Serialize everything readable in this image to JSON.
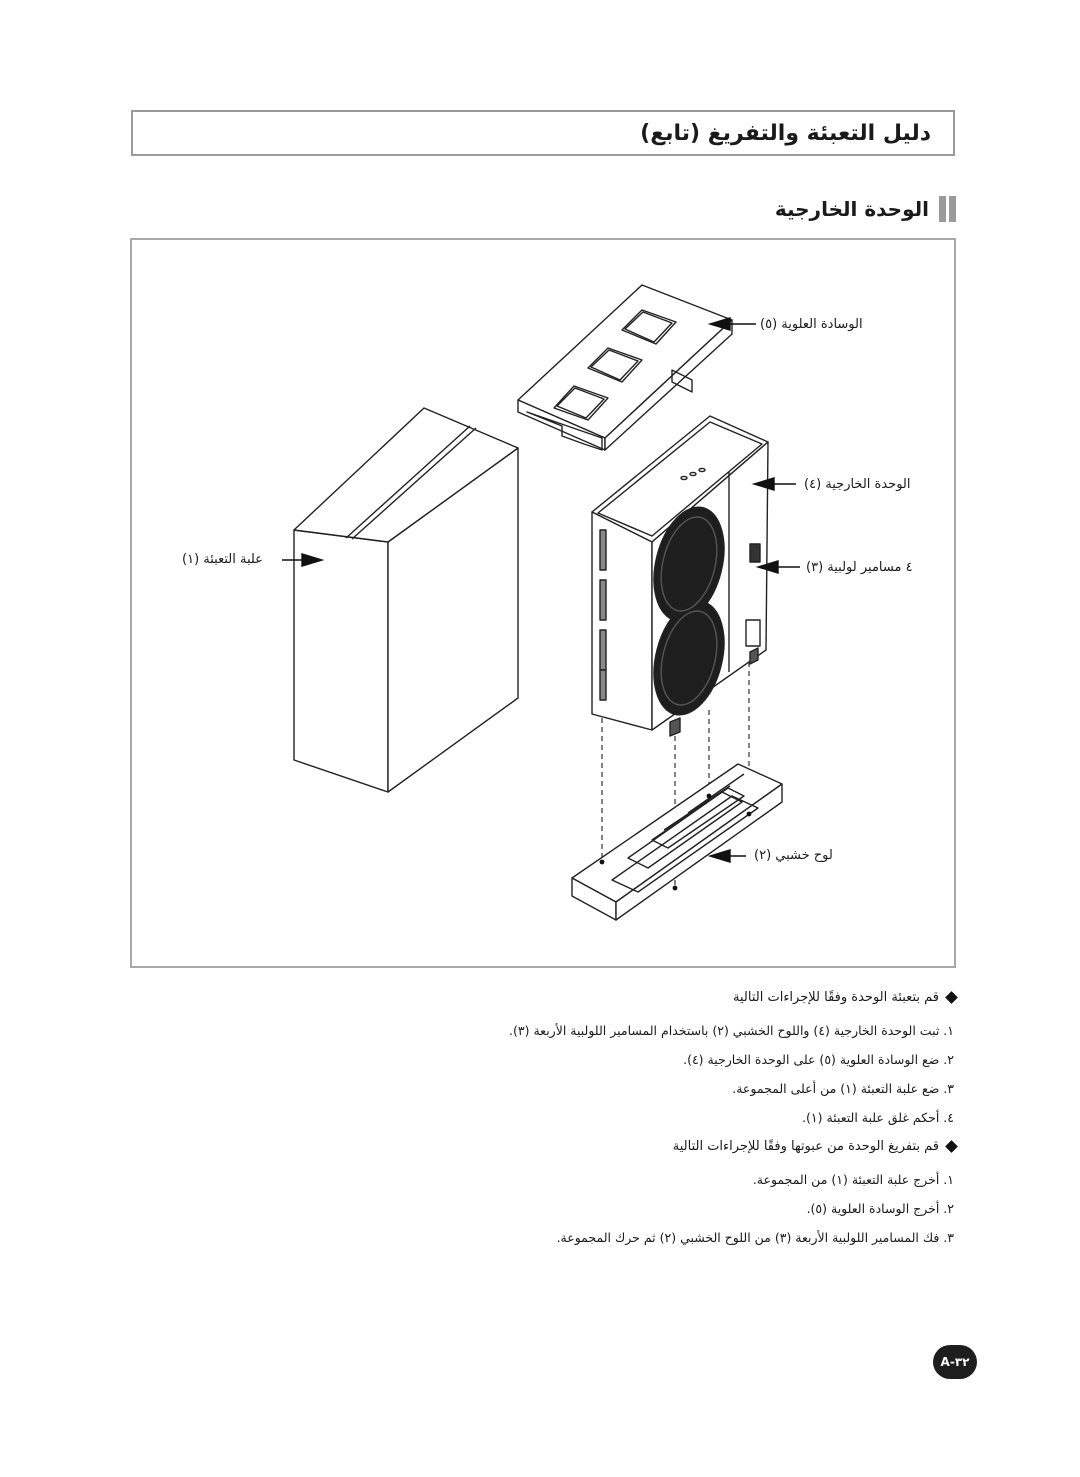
{
  "title": "دليل التعبئة والتفريغ (تابع)",
  "section_title": "الوحدة الخارجية",
  "labels": {
    "upper_cushion": "الوسادة العلوية (٥)",
    "outdoor_unit": "الوحدة الخارجية (٤)",
    "bolts": "٤ مسامير لولبية (٣)",
    "packing_box": "علبة التعبئة (١)",
    "wooden_pallet": "لوح خشبي (٢)"
  },
  "packing": {
    "heading": "قم بتعبئة الوحدة وفقًا للإجراءات التالية",
    "steps": [
      "١. ثبت الوحدة الخارجية (٤) واللوح الخشبي (٢) باستخدام المسامير اللولبية الأربعة (٣).",
      "٢. ضع الوسادة العلوية (٥) على الوحدة الخارجية (٤).",
      "٣. ضع علبة التعبئة (١) من أعلى المجموعة.",
      "٤. أحكم غلق علبة التعبئة (١)."
    ]
  },
  "unpacking": {
    "heading": "قم بتفريغ الوحدة من عبوتها وفقًا للإجراءات التالية",
    "steps": [
      "١. أخرج علبة التعبئة (١) من المجموعة.",
      "٢. أخرج الوسادة العلوية (٥).",
      "٣. فك المسامير اللولبية الأربعة (٣) من اللوح الخشبي (٢) ثم حرك المجموعة."
    ]
  },
  "page_number": "A-٣٢"
}
